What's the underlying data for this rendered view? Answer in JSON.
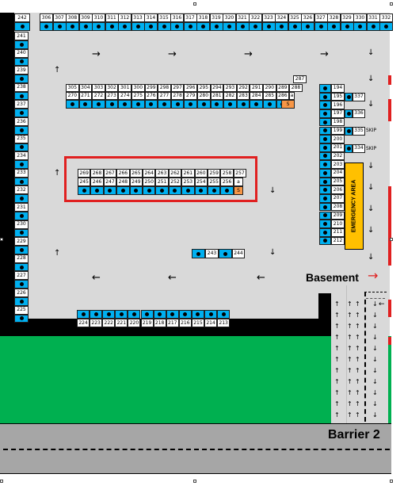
{
  "top_row_numbers": [
    "242",
    "306",
    "307",
    "308",
    "309",
    "310",
    "311",
    "312",
    "313",
    "314",
    "315",
    "316",
    "317",
    "318",
    "319",
    "320",
    "321",
    "322",
    "323",
    "324",
    "325",
    "326",
    "327",
    "328",
    "329",
    "330",
    "331",
    "332"
  ],
  "left_column_numbers": [
    "241",
    "240",
    "239",
    "238",
    "237",
    "236",
    "235",
    "234",
    "233",
    "232",
    "231",
    "230",
    "229",
    "228",
    "227",
    "226",
    "225"
  ],
  "block_a": {
    "top_extra": "287",
    "row1": [
      "305",
      "304",
      "303",
      "302",
      "301",
      "300",
      "299",
      "298",
      "297",
      "296",
      "295",
      "294",
      "293",
      "292",
      "291",
      "290",
      "289",
      "288"
    ],
    "row2": [
      "270",
      "271",
      "272",
      "273",
      "274",
      "275",
      "276",
      "277",
      "278",
      "279",
      "280",
      "281",
      "282",
      "283",
      "284",
      "285",
      "286"
    ],
    "row2_tail": "a",
    "row3_end": "S"
  },
  "block_b": {
    "row1": [
      "269",
      "268",
      "267",
      "266",
      "265",
      "264",
      "263",
      "262",
      "261",
      "260",
      "259",
      "258",
      "257"
    ],
    "row2": [
      "245",
      "246",
      "247",
      "248",
      "249",
      "250",
      "251",
      "252",
      "253",
      "254",
      "255",
      "256"
    ],
    "row2_tail": "a",
    "row3_end": "S"
  },
  "single_spots": [
    "243",
    "244"
  ],
  "bottom_row_numbers": [
    "224",
    "223",
    "222",
    "221",
    "220",
    "219",
    "218",
    "217",
    "216",
    "215",
    "214",
    "213"
  ],
  "right_block": {
    "inner_numbers": [
      "194",
      "195",
      "196",
      "197",
      "198",
      "199",
      "200",
      "201",
      "202",
      "203",
      "204",
      "205",
      "206",
      "207",
      "208",
      "209",
      "210",
      "211",
      "212"
    ],
    "outer_numbers": [
      "337",
      "336",
      "335",
      "334"
    ],
    "skip_label": "SKIP"
  },
  "labels": {
    "emergency": "EMERGENCY AREA",
    "basement": "Basement",
    "barrier": "Barrier 2"
  },
  "colors": {
    "blue_spot": "#00b0f0",
    "orange_spot": "#f79646",
    "emergency_yellow": "#ffc000",
    "grass": "#00b050",
    "road": "#a6a6a6",
    "wall": "#000000",
    "floor": "#d9d9d9",
    "highlight": "#e02020",
    "basement_arrow": "#e02020"
  }
}
